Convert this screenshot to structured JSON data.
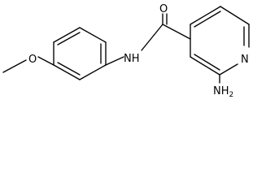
{
  "atoms": {
    "carbonyl_oxygen": "O",
    "amide_nh": "NH",
    "pyridine_n": "N",
    "amino": "NH",
    "amino_subscript": "2",
    "ether_oxygen": "O"
  },
  "colors": {
    "bond": "#000000",
    "label": "#000000",
    "background": "#ffffff"
  }
}
